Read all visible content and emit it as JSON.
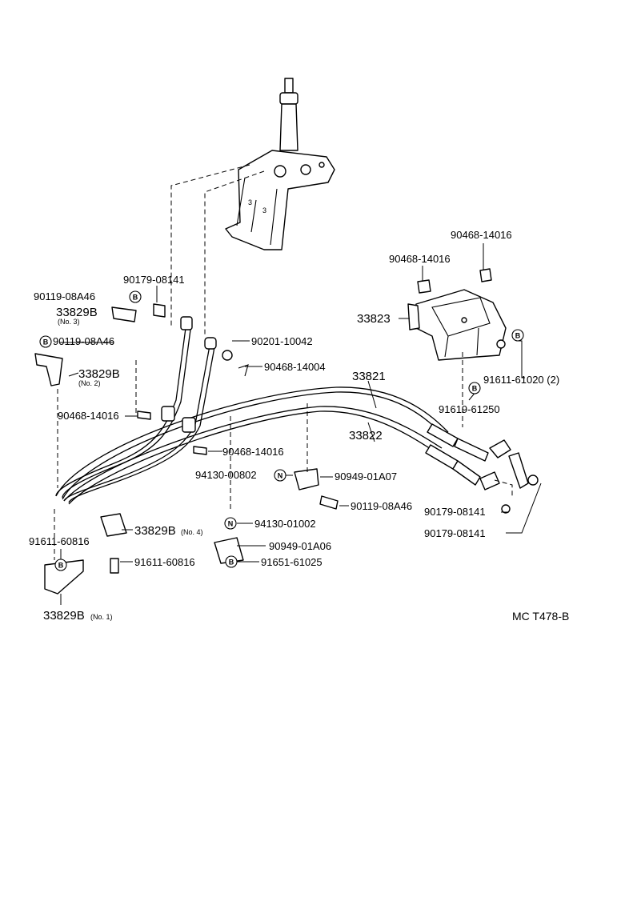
{
  "labels": {
    "p90468_14016_top": "90468-14016",
    "p90468_14016_mid": "90468-14016",
    "p90179_08141_a": "90179-08141",
    "p90119_08A46_a": "90119-08A46",
    "p33829B_no3": "33829B",
    "no3": "(No. 3)",
    "p90119_08A46_b": "90119-08A46",
    "p90201_10042": "90201-10042",
    "p33823": "33823",
    "p90468_14004": "90468-14004",
    "p33829B_no2": "33829B",
    "no2": "(No. 2)",
    "p33821": "33821",
    "p91611_61020": "91611-61020 (2)",
    "p90468_14016_left": "90468-14016",
    "p91619_61250": "91619-61250",
    "p33822": "33822",
    "p90468_14016_low": "90468-14016",
    "p94130_00802": "94130-00802",
    "p90949_01A07": "90949-01A07",
    "p90119_08A46_c": "90119-08A46",
    "p90179_08141_b": "90179-08141",
    "p94130_01002": "94130-01002",
    "p33829B_no4": "33829B",
    "no4": "(No. 4)",
    "p90179_08141_c": "90179-08141",
    "p91611_60816_a": "91611-60816",
    "p90949_01A06": "90949-01A06",
    "p91611_60816_b": "91611-60816",
    "p91651_61025": "91651-61025",
    "p33829B_no1": "33829B",
    "no1": "(No. 1)",
    "drawing_code": "MC T478-B"
  },
  "markers": {
    "b": "B",
    "n": "N"
  }
}
